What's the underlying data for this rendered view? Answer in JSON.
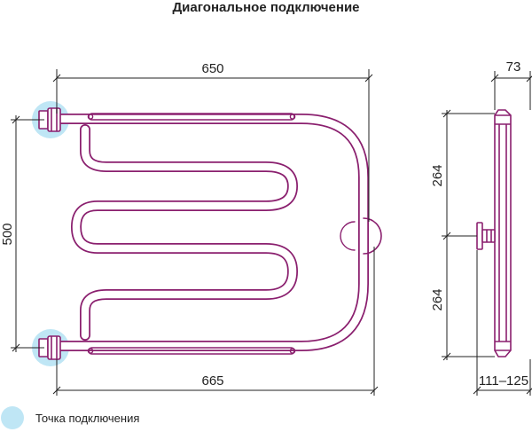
{
  "title": "Диагональное подключение",
  "dimensions": {
    "top_width": "650",
    "bottom_width": "665",
    "height": "500",
    "depth": "73",
    "upper_half": "264",
    "lower_half": "264",
    "wall_distance": "111–125"
  },
  "legend": {
    "label": "Точка подключения"
  },
  "colors": {
    "pipe": "#8a1f6e",
    "connection_point": "#bfe6f5",
    "dimension_line": "#222222"
  }
}
